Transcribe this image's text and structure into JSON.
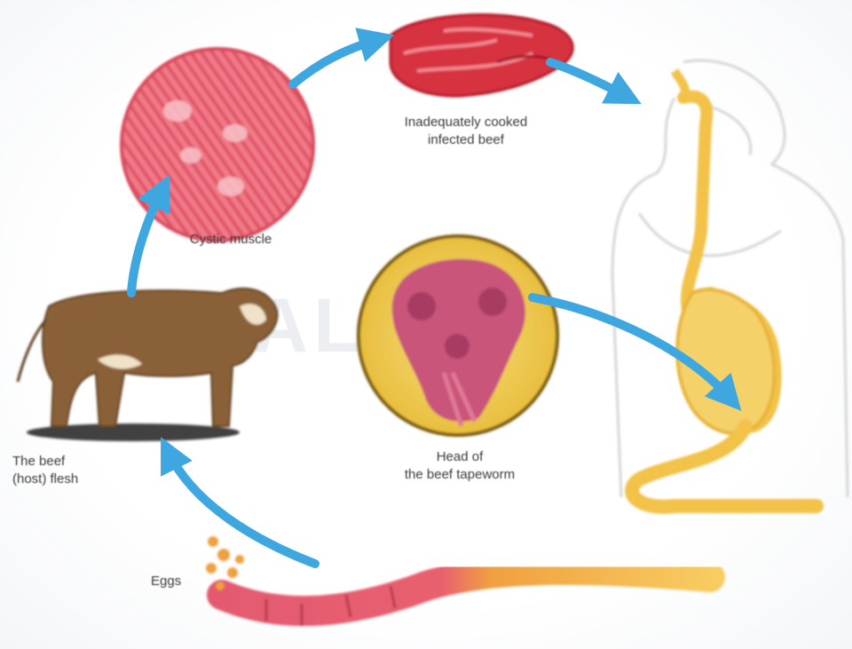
{
  "diagram": {
    "labels": {
      "cyst_muscle": "Cystic muscle",
      "meat_line1": "Inadequately cooked",
      "meat_line2": "infected beef",
      "head_line1": "Head of",
      "head_line2": "the beef tapeworm",
      "host_line1": "The beef",
      "host_line2": "(host) flesh",
      "eggs": "Eggs"
    },
    "watermark": "ALAMY",
    "colors": {
      "arrow": "#3fa7e0",
      "muscle": "#e25a6a",
      "meat": "#d7333f",
      "tapeworm": "#f0b43a",
      "head_bg": "#f2d46a",
      "head_tissue": "#c9547a",
      "cow": "#8a6038",
      "body_outline": "#d8d8d8",
      "digestive": "#f2c24a"
    }
  }
}
